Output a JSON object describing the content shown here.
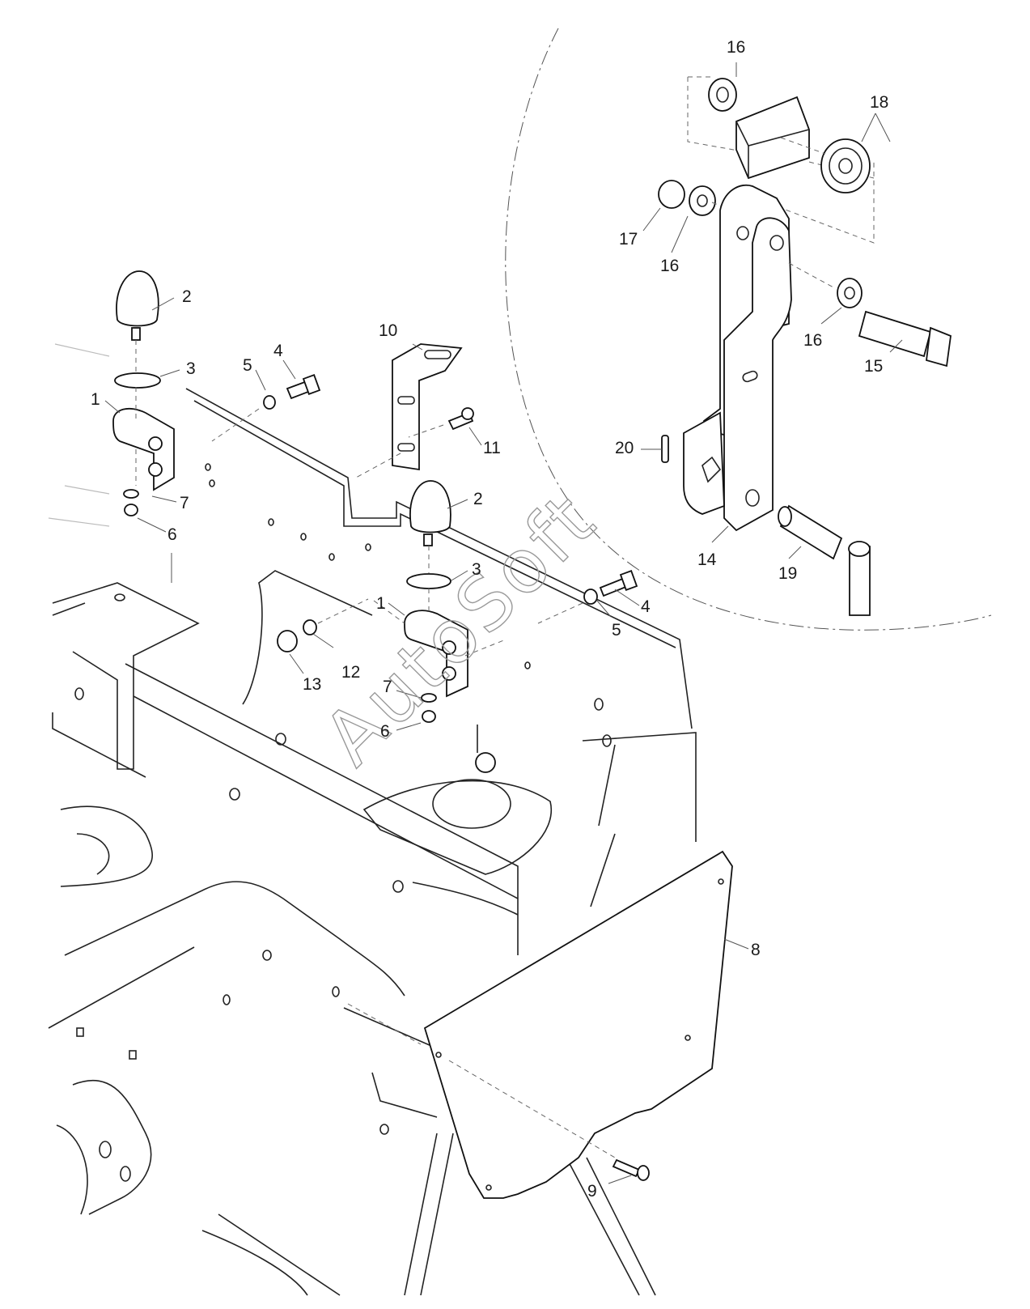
{
  "diagram": {
    "watermark": "AutoSoft",
    "callouts": [
      {
        "id": "c1a",
        "text": "1"
      },
      {
        "id": "c1b",
        "text": "1"
      },
      {
        "id": "c2a",
        "text": "2"
      },
      {
        "id": "c2b",
        "text": "2"
      },
      {
        "id": "c3a",
        "text": "3"
      },
      {
        "id": "c3b",
        "text": "3"
      },
      {
        "id": "c4a",
        "text": "4"
      },
      {
        "id": "c4b",
        "text": "4"
      },
      {
        "id": "c5a",
        "text": "5"
      },
      {
        "id": "c5b",
        "text": "5"
      },
      {
        "id": "c6a",
        "text": "6"
      },
      {
        "id": "c6b",
        "text": "6"
      },
      {
        "id": "c7a",
        "text": "7"
      },
      {
        "id": "c7b",
        "text": "7"
      },
      {
        "id": "c8",
        "text": "8"
      },
      {
        "id": "c9",
        "text": "9"
      },
      {
        "id": "c10",
        "text": "10"
      },
      {
        "id": "c11",
        "text": "11"
      },
      {
        "id": "c12",
        "text": "12"
      },
      {
        "id": "c13",
        "text": "13"
      },
      {
        "id": "c14",
        "text": "14"
      },
      {
        "id": "c15",
        "text": "15"
      },
      {
        "id": "c16a",
        "text": "16"
      },
      {
        "id": "c16b",
        "text": "16"
      },
      {
        "id": "c16c",
        "text": "16"
      },
      {
        "id": "c17",
        "text": "17"
      },
      {
        "id": "c18",
        "text": "18"
      },
      {
        "id": "c19",
        "text": "19"
      },
      {
        "id": "c20",
        "text": "20"
      }
    ]
  }
}
